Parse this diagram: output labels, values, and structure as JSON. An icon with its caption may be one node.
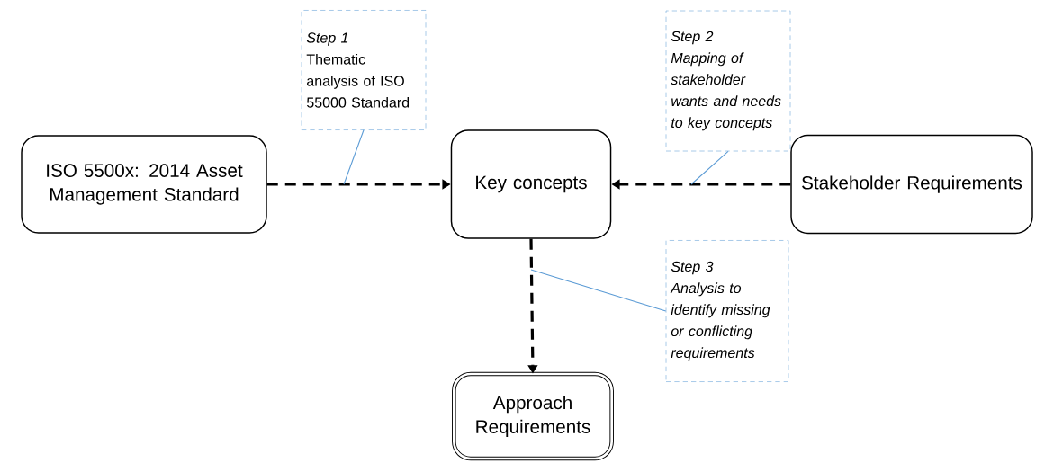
{
  "diagram": {
    "nodes": [
      {
        "text": [
          "ISO 5500x: 2014 Asset Management Standard"
        ]
      },
      {
        "text": [
          "Key concepts"
        ]
      },
      {
        "text": [
          "Stakeholder Requirements"
        ]
      },
      {
        "text": [
          "Approach Requirements"
        ]
      },
      {
        "text": [
          "Step 1",
          "Thematic analysis of ISO 55000 Standard"
        ]
      },
      {
        "text": [
          "Step 2",
          "Mapping of stakeholder wants and needs to key concepts"
        ]
      },
      {
        "text": [
          "Step 3",
          "Analysis to identify missing or conflicting requirements"
        ]
      }
    ],
    "edges": [
      {
        "from": 0,
        "to": 1,
        "arrow": "to",
        "style": "dashed"
      },
      {
        "from": 2,
        "to": 1,
        "arrow": "to",
        "style": "dashed"
      },
      {
        "from": 1,
        "to": 3,
        "arrow": "to",
        "style": "dashed"
      },
      {
        "from": 4,
        "to": null,
        "arrow": "none",
        "color": "#5b9bd5"
      },
      {
        "from": 5,
        "to": null,
        "arrow": "none",
        "color": "#5b9bd5"
      },
      {
        "from": 6,
        "to": null,
        "arrow": "none",
        "color": "#5b9bd5"
      }
    ]
  }
}
